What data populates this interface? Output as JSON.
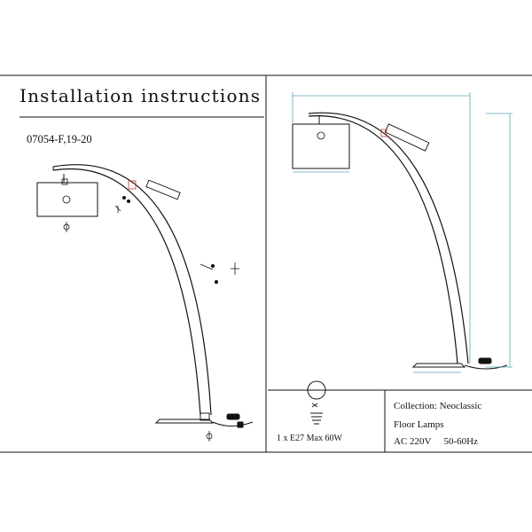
{
  "header": {
    "title": "Installation instructions"
  },
  "product": {
    "model_code": "07054-F,19-20"
  },
  "bulb": {
    "spec": "1 x E27 Max 60W",
    "icon": "light-bulb-icon"
  },
  "info": {
    "collection": "Collection: Neoclassic",
    "product_type": "Floor Lamps",
    "voltage": "AC 220V",
    "frequency": "50-60Hz"
  },
  "colors": {
    "line": "#111111",
    "dimension": "#5aa6b8",
    "accent": "#c0392b"
  }
}
